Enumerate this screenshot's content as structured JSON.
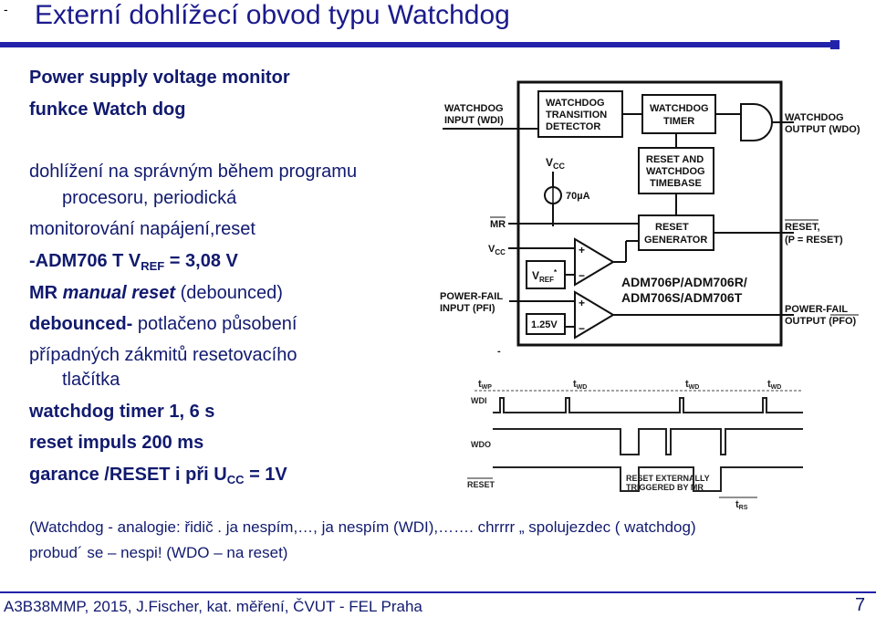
{
  "corner_mark": "-",
  "title": "Externí dohlížecí obvod typu Watchdog",
  "left": {
    "heading1": "Power supply voltage monitor",
    "heading2": "funkce Watch dog",
    "l1": "dohlížení na správným během programu",
    "l2": "procesoru, periodická",
    "l3": "monitorování napájení,reset",
    "l4_pre": "-ADM706 T V",
    "l4_sub": "REF",
    "l4_post": " = 3,08 V",
    "l5_a": "MR ",
    "l5_b": "manual reset",
    "l5_c": " (debounced)",
    "l6_a": "debounced- ",
    "l6_b": "potlačeno působení",
    "l7": "případných zákmitů resetovacího",
    "l8": "tlačítka",
    "l9": "watchdog timer 1, 6 s",
    "l10": "reset impuls 200 ms",
    "l11_pre": "garance /RESET i při U",
    "l11_sub": "CC",
    "l11_post": " = 1V"
  },
  "block": {
    "wdi_in_1": "WATCHDOG",
    "wdi_in_2": "INPUT (WDI)",
    "det_1": "WATCHDOG",
    "det_2": "TRANSITION",
    "det_3": "DETECTOR",
    "timer_1": "WATCHDOG",
    "timer_2": "TIMER",
    "wdo_out_1": "WATCHDOG",
    "wdo_out_2": "OUTPUT (WDO)",
    "vcc": "V",
    "vcc_sub": "CC",
    "current": "70µA",
    "tb_1": "RESET AND",
    "tb_2": "WATCHDOG",
    "tb_3": "TIMEBASE",
    "mr": "MR",
    "vcc2": "V",
    "vcc2_sub": "CC",
    "rg_1": "RESET",
    "rg_2": "GENERATOR",
    "reset_out_1": "RESET,",
    "reset_out_2": "(P = RESET)",
    "vref": "V",
    "vref_sub": "REF",
    "vref_star": "*",
    "part_1": "ADM706P/ADM706R/",
    "part_2": "ADM706S/ADM706T",
    "pfi_1": "POWER-FAIL",
    "pfi_2": "INPUT (PFI)",
    "v125": "1.25V",
    "pfo_1": "POWER-FAIL",
    "pfo_2": "OUTPUT (PFO)",
    "plus": "+",
    "minus": "−",
    "dash": "-"
  },
  "timing": {
    "twp": "t",
    "twp_sub": "WP",
    "twd": "t",
    "twd_sub": "WD",
    "wdi": "WDI",
    "wdo": "WDO",
    "reset": "RESET",
    "ext_1": "RESET EXTERNALLY",
    "ext_2": "TRIGGERED BY MR",
    "trs": "t",
    "trs_sub": "RS"
  },
  "note1": "(Watchdog - analogie: řidič . ja nespím,…, ja nespím (WDI),……. chrrrr „ spolujezdec ( watchdog)",
  "note2": "probud´ se – nespi! (WDO – na reset)",
  "footer": "A3B38MMP, 2015, J.Fischer, kat. měření, ČVUT - FEL Praha",
  "page_number": "7",
  "colors": {
    "title": "#1a1a8c",
    "text": "#111a6e",
    "rule": "#2222aa"
  }
}
